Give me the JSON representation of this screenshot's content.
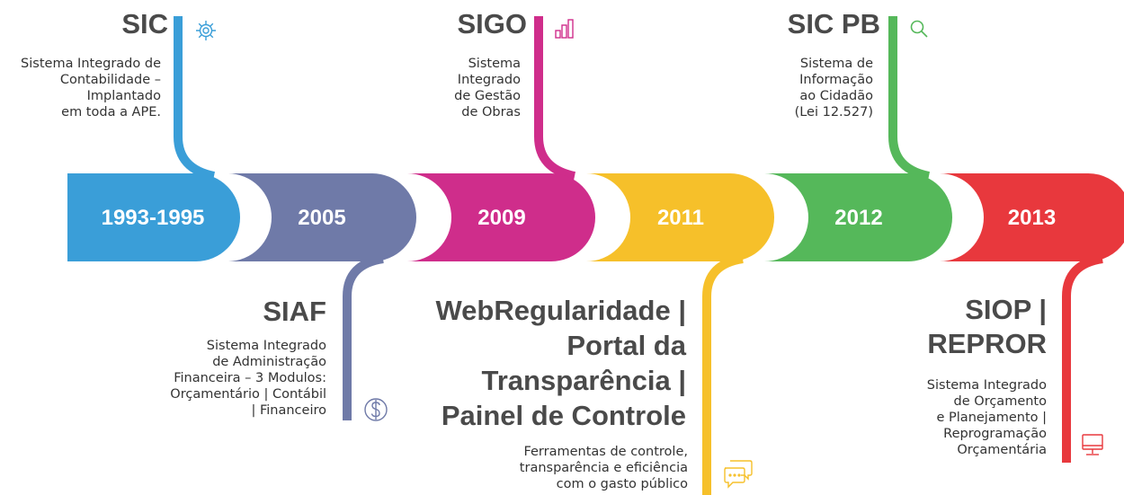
{
  "milestones": [
    {
      "year": "1993-1995",
      "title": "SIC",
      "description": [
        "Sistema Integrado de",
        "Contabilidade –",
        "Implantado",
        "em toda a APE."
      ],
      "color": "#3a9ed8",
      "icon": "gear-icon",
      "position": "above"
    },
    {
      "year": "2005",
      "title": "SIAF",
      "description": [
        "Sistema Integrado",
        "de Administração",
        "Financeira – 3 Modulos:",
        "Orçamentário | Contábil",
        "| Financeiro"
      ],
      "color": "#6f7aa8",
      "icon": "dollar-coin-icon",
      "position": "below"
    },
    {
      "year": "2009",
      "title": "SIGO",
      "description": [
        "Sistema",
        "Integrado",
        "de Gestão",
        "de Obras"
      ],
      "color": "#cf2d8b",
      "icon": "bar-chart-icon",
      "position": "above"
    },
    {
      "year": "2011",
      "title": "WebRegularidade | Portal da Transparência | Painel de Controle",
      "title_lines": [
        "WebRegularidade |",
        "Portal da",
        "Transparência |",
        "Painel de Controle"
      ],
      "description": [
        "Ferramentas de controle,",
        "transparência e eficiência",
        "com o gasto público"
      ],
      "color": "#f6c02a",
      "icon": "chat-bubbles-icon",
      "position": "below"
    },
    {
      "year": "2012",
      "title": "SIC PB",
      "description": [
        "Sistema de",
        "Informação",
        "ao Cidadão",
        "(Lei 12.527)"
      ],
      "color": "#55b85a",
      "icon": "search-icon",
      "position": "above"
    },
    {
      "year": "2013",
      "title": "SIOP | REPROR",
      "title_lines": [
        "SIOP |",
        "REPROR"
      ],
      "description": [
        "Sistema Integrado",
        "de Orçamento",
        "e Planejamento |",
        "Reprogramação",
        "Orçamentária"
      ],
      "color": "#e8383d",
      "icon": "monitor-icon",
      "position": "below"
    }
  ]
}
